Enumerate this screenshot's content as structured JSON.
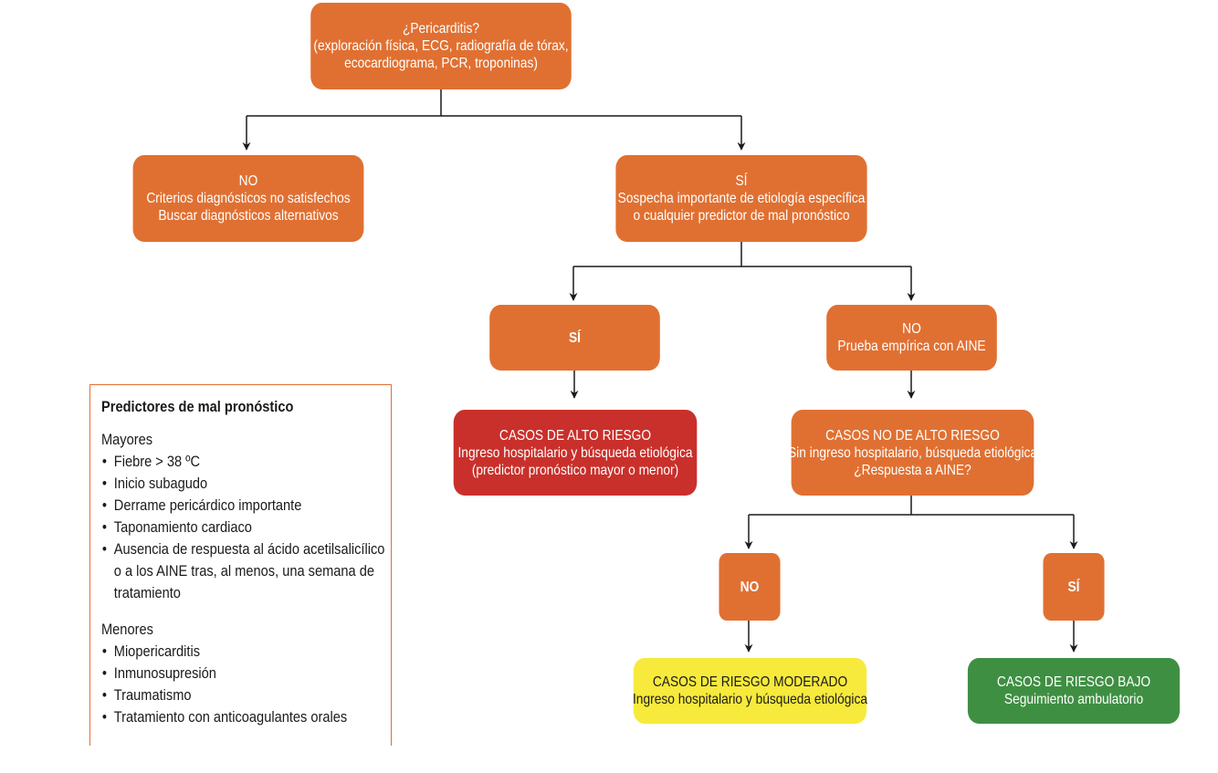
{
  "nodes": {
    "root": [
      "¿Pericarditis?",
      "(exploración física, ECG, radiografía de tórax,",
      "ecocardiograma, PCR, troponinas)"
    ],
    "no_pericarditis": [
      "NO",
      "Criterios diagnósticos no satisfechos",
      "Buscar diagnósticos alternativos"
    ],
    "si_pericarditis": [
      "SÍ",
      "Sospecha importante de etiología específica",
      "o cualquier predictor de mal pronóstico"
    ],
    "si_predictor": [
      "SÍ"
    ],
    "no_predictor": [
      "NO",
      "Prueba empírica con AINE"
    ],
    "alto_riesgo": [
      "CASOS DE ALTO RIESGO",
      "Ingreso hospitalario y búsqueda etiológica",
      "(predictor pronóstico mayor o menor)"
    ],
    "no_alto_riesgo": [
      "CASOS NO DE ALTO RIESGO",
      "Sin ingreso hospitalario, búsqueda etiológica",
      "¿Respuesta a AINE?"
    ],
    "no_respuesta": [
      "NO"
    ],
    "si_respuesta": [
      "SÍ"
    ],
    "riesgo_moderado": [
      "CASOS DE RIESGO MODERADO",
      "Ingreso hospitalario y búsqueda etiológica"
    ],
    "riesgo_bajo": [
      "CASOS DE RIESGO BAJO",
      "Seguimiento ambulatorio"
    ]
  },
  "colors": {
    "orange": "#e07032",
    "red": "#c9302b",
    "yellow": "#f7ea3c",
    "green": "#3f8f43",
    "connector": "#1a1a1a"
  },
  "legend": {
    "title": "Predictores de mal pronóstico",
    "mayores_label": "Mayores",
    "mayores": [
      "Fiebre > 38 ºC",
      "Inicio subagudo",
      "Derrame pericárdico importante",
      "Taponamiento cardiaco",
      "Ausencia de respuesta al ácido acetilsalicílico o a los AINE tras, al menos, una semana de tratamiento"
    ],
    "menores_label": "Menores",
    "menores": [
      "Miopericarditis",
      "Inmunosupresión",
      "Traumatismo",
      "Tratamiento con anticoagulantes orales"
    ]
  }
}
